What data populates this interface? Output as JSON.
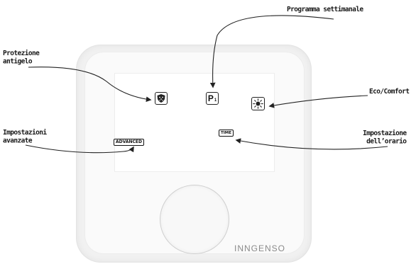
{
  "callouts": {
    "program": "Programma settimanale",
    "frost": [
      "Protezione",
      "antigelo"
    ],
    "eco": "Eco/Comfort",
    "advanced": [
      "Impostazioni",
      "avanzate"
    ],
    "time": [
      "Impostazione",
      "dell’orario"
    ]
  },
  "screen": {
    "advanced_tag": "ADVANCED",
    "time_tag": "TIME",
    "program_icon_letter": "P",
    "program_icon_sub": "1"
  },
  "brand": "INNGENSO",
  "icons": [
    "frost-protection-icon",
    "program-icon",
    "sun-icon"
  ],
  "colors": {
    "outline": "#222222",
    "device": "#f1f1f1",
    "label": "#1a1a1a"
  }
}
